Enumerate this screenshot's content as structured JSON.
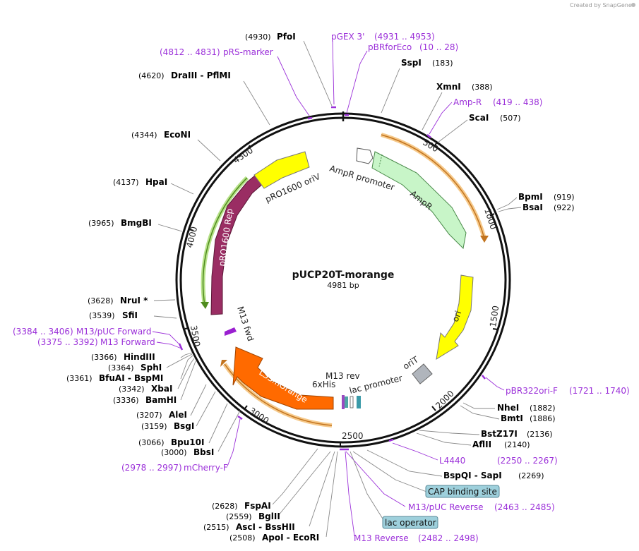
{
  "credit": "Created by SnapGene",
  "plasmid": {
    "name": "pUCP20T-morange",
    "length_label": "4981 bp"
  },
  "ticks": [
    "500",
    "1000",
    "1500",
    "2000",
    "2500",
    "3000",
    "3500",
    "4000",
    "4500"
  ],
  "features": {
    "amp_promoter": "AmpR promoter",
    "ampr": "AmpR",
    "ori": "ori",
    "orit": "oriT",
    "lac_promoter": "lac promoter",
    "m13rev": "M13 rev",
    "his": "6xHis",
    "lssm": "LSSmOrange",
    "m13fwd": "M13 fwd",
    "rep": "pRO1600 Rep",
    "pro_oriv": "pRO1600 oriV"
  },
  "enzymes": [
    {
      "id": "pfoi",
      "pos": "(4930)",
      "name": "PfoI"
    },
    {
      "id": "sspi",
      "pos": "(183)",
      "name": "SspI"
    },
    {
      "id": "xmni",
      "pos": "(388)",
      "name": "XmnI"
    },
    {
      "id": "scai",
      "pos": "(507)",
      "name": "ScaI"
    },
    {
      "id": "bpmi",
      "pos": "(919)",
      "name": "BpmI"
    },
    {
      "id": "bsai",
      "pos": "(922)",
      "name": "BsaI"
    },
    {
      "id": "nhei",
      "pos": "(1882)",
      "name": "NheI"
    },
    {
      "id": "bmti",
      "pos": "(1886)",
      "name": "BmtI"
    },
    {
      "id": "bstz17i",
      "pos": "(2136)",
      "name": "BstZ17I"
    },
    {
      "id": "aflii",
      "pos": "(2140)",
      "name": "AflII"
    },
    {
      "id": "bspqi",
      "pos": "(2269)",
      "name": "BspQI  -  SapI"
    },
    {
      "id": "drai",
      "pos": "(4620)",
      "name": "DraIII   -  PflMI"
    },
    {
      "id": "econi",
      "pos": "(4344)",
      "name": "EcoNI"
    },
    {
      "id": "hpai",
      "pos": "(4137)",
      "name": "HpaI"
    },
    {
      "id": "bmgbi",
      "pos": "(3965)",
      "name": "BmgBI"
    },
    {
      "id": "nrui",
      "pos": "(3628)",
      "name": "NruI *"
    },
    {
      "id": "sfii",
      "pos": "(3539)",
      "name": "SfiI"
    },
    {
      "id": "hindiii",
      "pos": "(3366)",
      "name": "HindIII"
    },
    {
      "id": "sphi",
      "pos": "(3364)",
      "name": "SphI"
    },
    {
      "id": "bfuai",
      "pos": "(3361)",
      "name": "BfuAI  -  BspMI"
    },
    {
      "id": "xbai",
      "pos": "(3342)",
      "name": "XbaI"
    },
    {
      "id": "bamhi",
      "pos": "(3336)",
      "name": "BamHI"
    },
    {
      "id": "alei",
      "pos": "(3207)",
      "name": "AleI"
    },
    {
      "id": "bsgi",
      "pos": "(3159)",
      "name": "BsgI"
    },
    {
      "id": "bpu10i",
      "pos": "(3066)",
      "name": "Bpu10I"
    },
    {
      "id": "bbsi",
      "pos": "(3000)",
      "name": "BbsI"
    },
    {
      "id": "fspai",
      "pos": "(2628)",
      "name": "FspAI"
    },
    {
      "id": "bglii",
      "pos": "(2559)",
      "name": "BglII"
    },
    {
      "id": "asci",
      "pos": "(2515)",
      "name": "AscI  -  BssHII"
    },
    {
      "id": "apoi",
      "pos": "(2508)",
      "name": "ApoI  -  EcoRI"
    }
  ],
  "primers": [
    {
      "id": "pgex3",
      "name": "pGEX 3'",
      "range": "(4931 .. 4953)"
    },
    {
      "id": "pbrforeco",
      "name": "pBRforEco",
      "range": "(10 .. 28)"
    },
    {
      "id": "prsmarker",
      "name": "pRS-marker",
      "range": "(4812 .. 4831)"
    },
    {
      "id": "ampr_p",
      "name": "Amp-R",
      "range": "(419 .. 438)"
    },
    {
      "id": "pbr322",
      "name": "pBR322ori-F",
      "range": "(1721 .. 1740)"
    },
    {
      "id": "l4440",
      "name": "L4440",
      "range": "(2250 .. 2267)"
    },
    {
      "id": "m13puc_rev",
      "name": "M13/pUC Reverse",
      "range": "(2463 .. 2485)"
    },
    {
      "id": "m13_reverse",
      "name": "M13 Reverse",
      "range": "(2482 .. 2498)"
    },
    {
      "id": "m13puc_fwd",
      "name": "M13/pUC Forward",
      "range": "(3384 .. 3406)"
    },
    {
      "id": "m13_forward",
      "name": "M13 Forward",
      "range": "(3375 .. 3392)"
    },
    {
      "id": "mcherryf",
      "name": "mCherry-F",
      "range": "(2978 .. 2997)"
    }
  ],
  "boxes": {
    "cap": "CAP binding site",
    "lacop": "lac operator"
  }
}
